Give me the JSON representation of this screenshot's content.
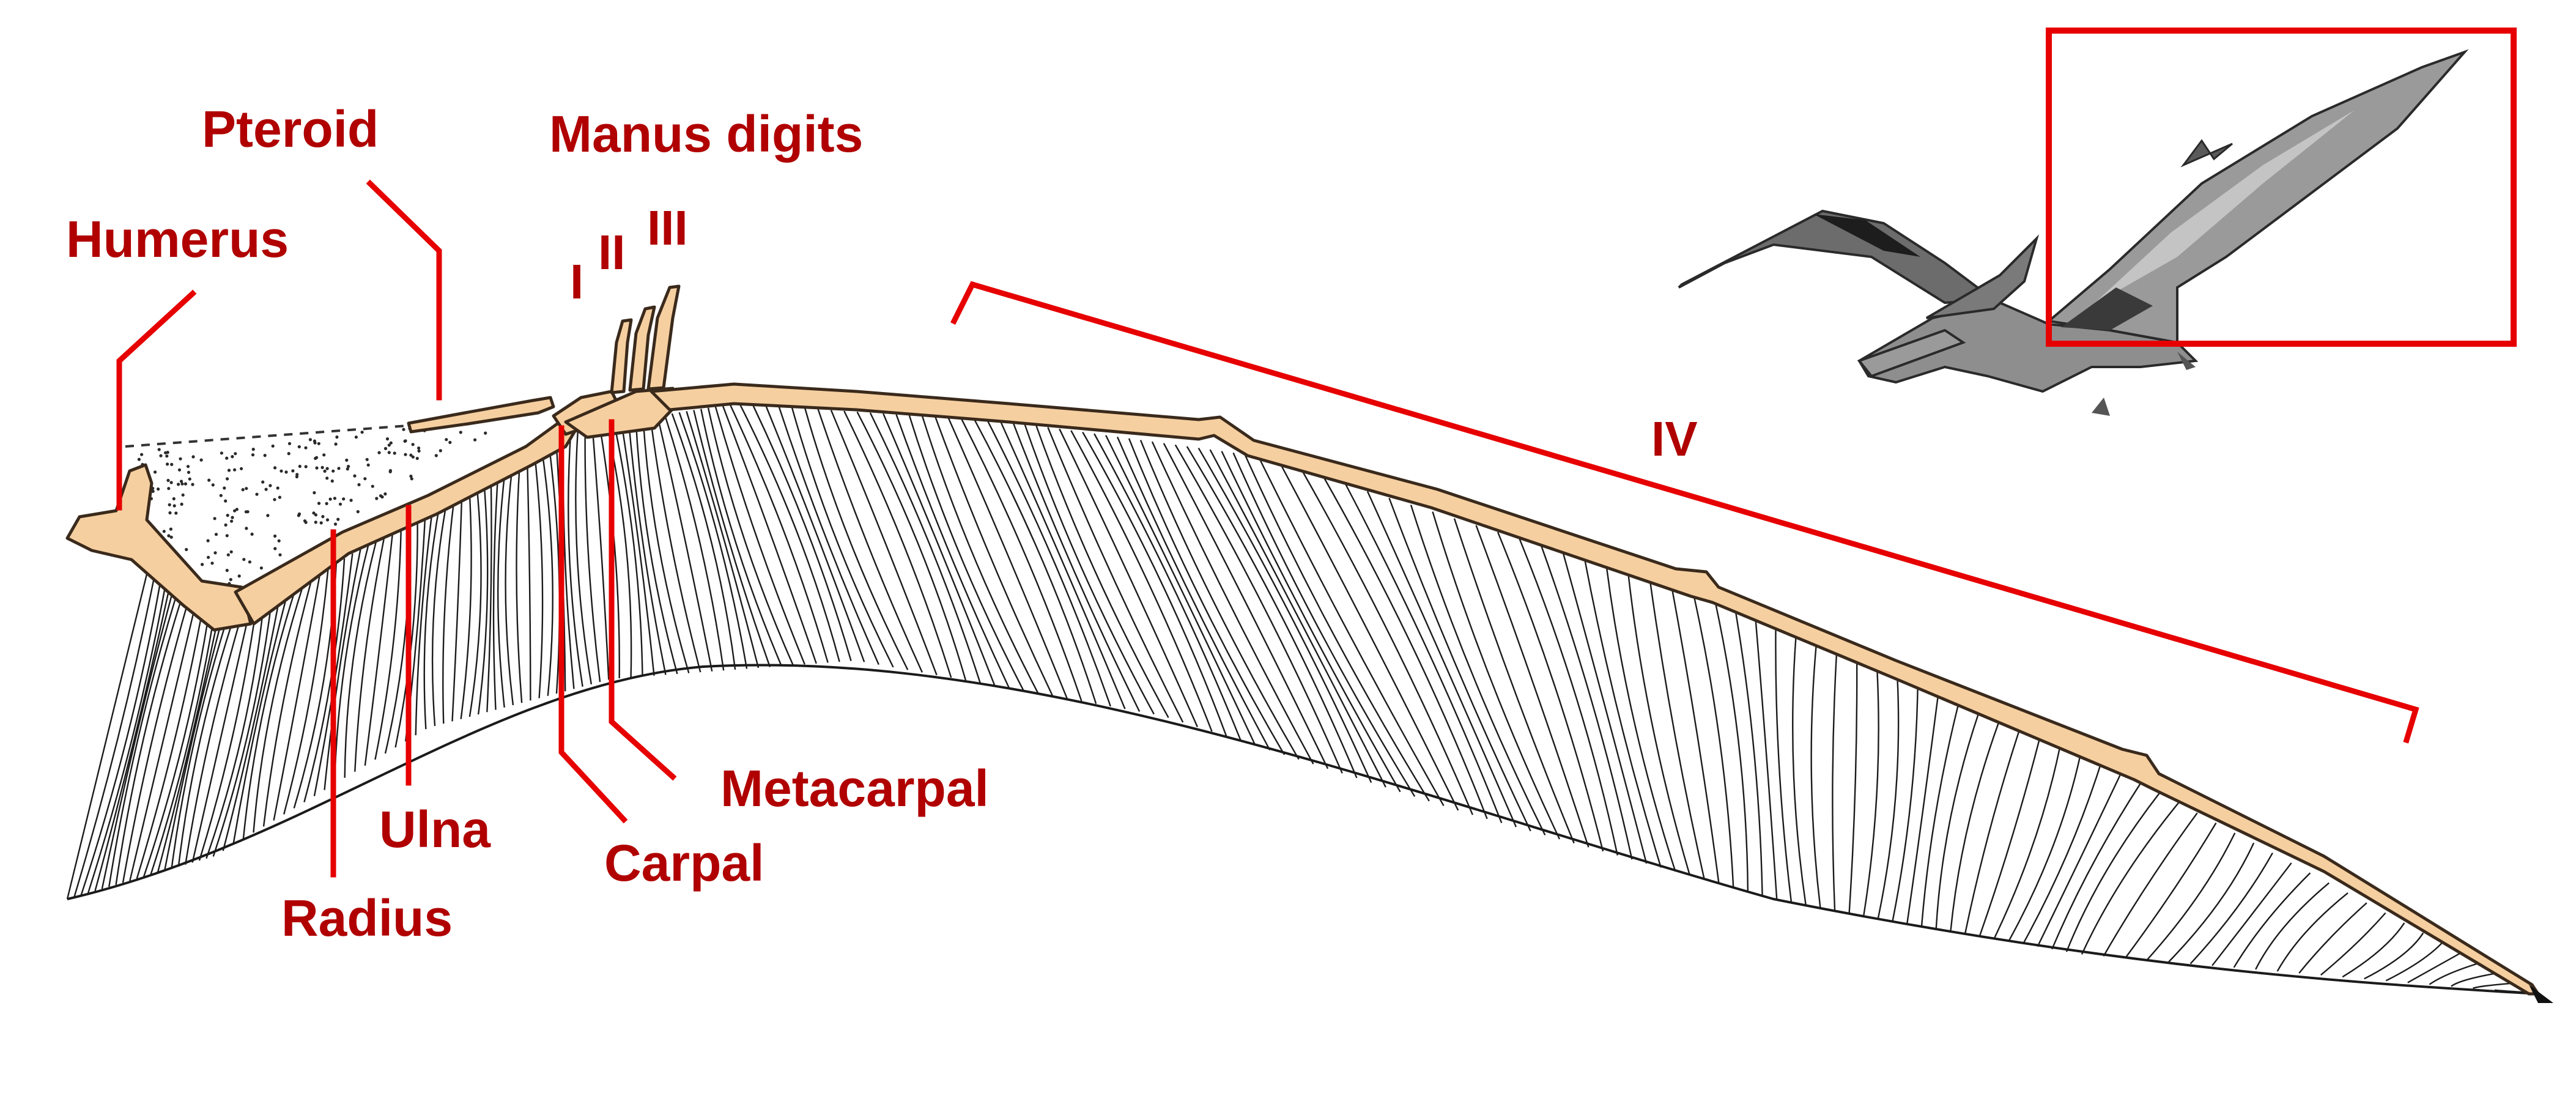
{
  "labels": {
    "pteroid": "Pteroid",
    "manus_digits": "Manus digits",
    "humerus": "Humerus",
    "digit_1": "I",
    "digit_2": "II",
    "digit_3": "III",
    "digit_4": "IV",
    "ulna": "Ulna",
    "radius": "Radius",
    "carpal": "Carpal",
    "metacarpal": "Metacarpal"
  },
  "colors": {
    "label": "#b00000",
    "leader": "#e60000",
    "bone": "#f6cfa0",
    "hatch": "#1b1b1b",
    "inset_box": "#e60000"
  },
  "inset": {
    "subject": "pteranodon-silhouette",
    "highlight": "right-wing"
  }
}
